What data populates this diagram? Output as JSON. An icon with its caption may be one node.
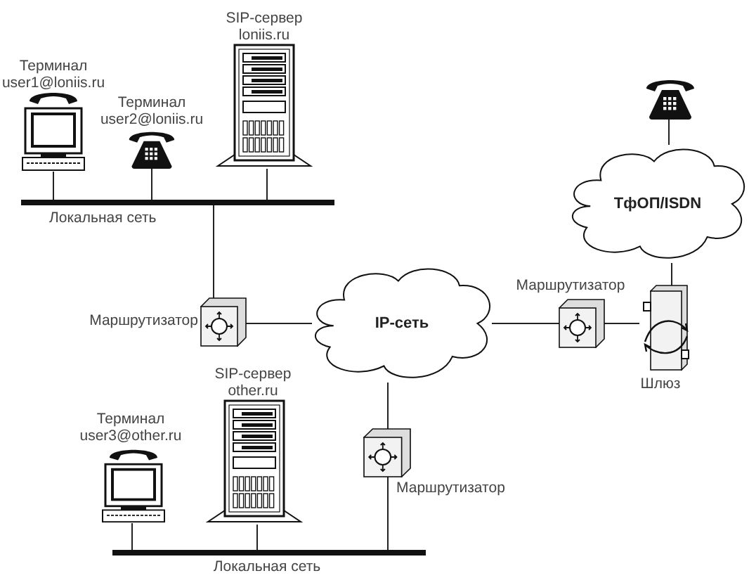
{
  "diagram": {
    "nodes": [
      {
        "text": [
          "Локальная сеть"
        ]
      },
      {
        "text": [
          "Терминал user1@loniis.ru"
        ]
      },
      {
        "text": [
          "Терминал user2@loniis.ru"
        ]
      },
      {
        "text": [
          "SIP-сервер loniis.ru"
        ]
      },
      {
        "text": [
          "Маршрутизатор"
        ]
      },
      {
        "text": [
          "IP-сеть"
        ]
      },
      {
        "text": [
          "Маршрутизатор"
        ]
      },
      {
        "text": [
          "Шлюз"
        ]
      },
      {
        "text": [
          "ТфОП/ISDN"
        ]
      },
      {
        "text": [],
        "shape": "phone"
      },
      {
        "text": [
          "Терминал user3@other.ru"
        ]
      },
      {
        "text": [
          "SIP-сервер other.ru"
        ]
      },
      {
        "text": [
          "Маршрутизатор"
        ]
      },
      {
        "text": [
          "Локальная сеть"
        ]
      }
    ],
    "edges": [
      {
        "from": 1,
        "to": 0,
        "arrow": "none"
      },
      {
        "from": 2,
        "to": 0,
        "arrow": "none"
      },
      {
        "from": 3,
        "to": 0,
        "arrow": "none"
      },
      {
        "from": 0,
        "to": 4,
        "arrow": "none"
      },
      {
        "from": 4,
        "to": 5,
        "arrow": "none"
      },
      {
        "from": 5,
        "to": 6,
        "arrow": "none"
      },
      {
        "from": 6,
        "to": 7,
        "arrow": "none"
      },
      {
        "from": 7,
        "to": 8,
        "arrow": "none"
      },
      {
        "from": 8,
        "to": 9,
        "arrow": "none"
      },
      {
        "from": 5,
        "to": 12,
        "arrow": "none"
      },
      {
        "from": 12,
        "to": 13,
        "arrow": "none"
      },
      {
        "from": 10,
        "to": 13,
        "arrow": "none"
      },
      {
        "from": 11,
        "to": 13,
        "arrow": "none"
      }
    ]
  }
}
